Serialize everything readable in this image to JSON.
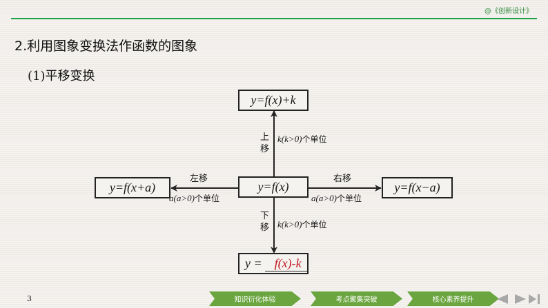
{
  "header": {
    "brand": "@《创新设计》",
    "accent_color": "#1fa34a"
  },
  "content": {
    "heading": "2.利用图象变换法作函数的图象",
    "subheading_num": "(1)",
    "subheading_text": "平移变换"
  },
  "diagram": {
    "center": "y=f(x)",
    "top": "y=f(x)+k",
    "left": "y=f(x+a)",
    "right": "y=f(x−a)",
    "bottom_prefix": "y =",
    "bottom_answer": "f(x)-k",
    "answer_color": "#c0161c",
    "up_label_cn": "上移",
    "up_amount": "k(k>0)",
    "down_label_cn": "下移",
    "down_amount": "k(k>0)",
    "left_label_cn": "左移",
    "left_amount": "a(a>0)",
    "right_label_cn": "右移",
    "right_amount": "a(a>0)",
    "unit_text": "个单位"
  },
  "footer": {
    "page_number": "3",
    "nav": [
      {
        "label": "知识衍化体验"
      },
      {
        "label": "考点聚集突破"
      },
      {
        "label": "核心素养提升"
      }
    ],
    "controls": {
      "prev": "previous-icon",
      "next": "next-icon",
      "last": "last-icon"
    }
  }
}
